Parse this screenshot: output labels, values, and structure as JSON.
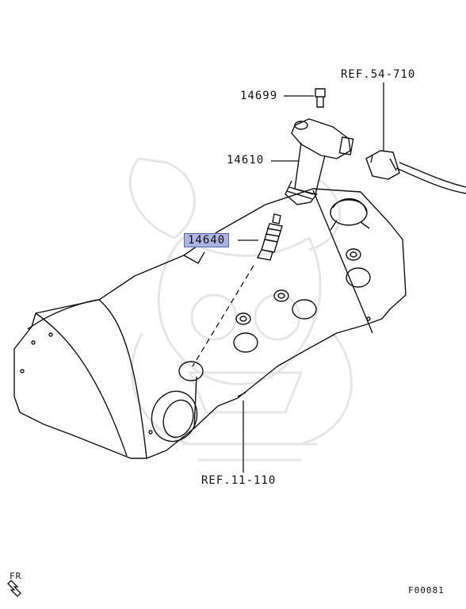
{
  "callouts": {
    "ref_54_710": "REF.54-710",
    "part_14699": "14699",
    "part_14610": "14610",
    "part_14640": "14640",
    "ref_11_110": "REF.11-110"
  },
  "orientation": {
    "label": "FR",
    "icon": "front-direction-arrow-icon"
  },
  "figure_code": "F00081",
  "colors": {
    "line": "#111111",
    "highlight": "#aab4de",
    "watermark": "#e4e4e4"
  }
}
